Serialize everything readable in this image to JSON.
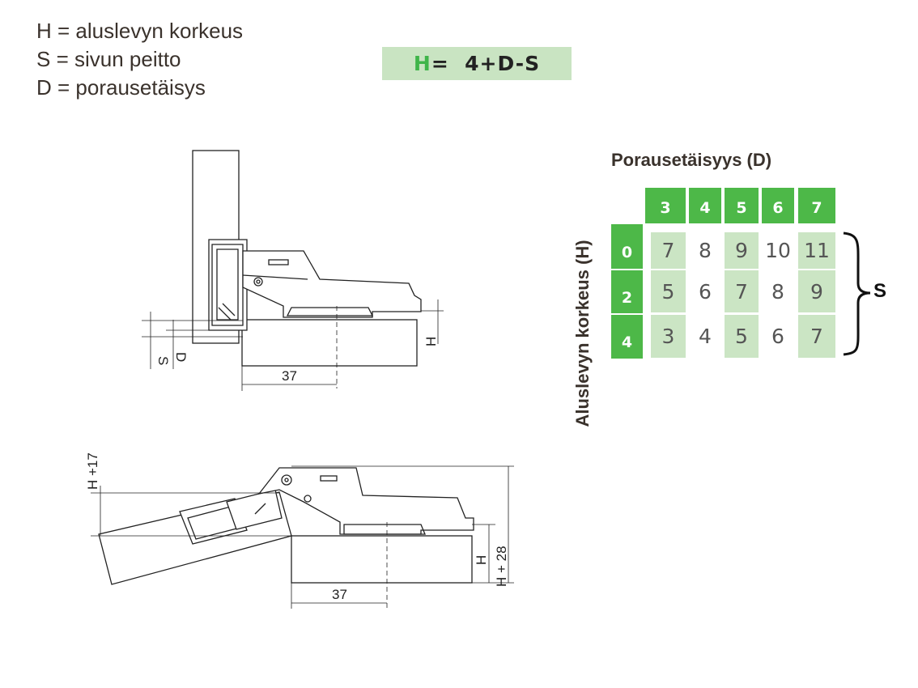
{
  "legend": [
    "H = aluslevyn korkeus",
    "S = sivun peitto",
    "D = porausetäisys"
  ],
  "formula": {
    "h": "H",
    "rest": "=  4+D-S"
  },
  "table": {
    "title": "Porausetäisyys (D)",
    "row_axis_label": "Aluslevyn korkeus (H)",
    "bracket_label": "S",
    "columns": [
      "3",
      "4",
      "5",
      "6",
      "7"
    ],
    "rows": [
      {
        "h": "0",
        "values": [
          "7",
          "8",
          "9",
          "10",
          "11"
        ]
      },
      {
        "h": "2",
        "values": [
          "5",
          "6",
          "7",
          "8",
          "9"
        ]
      },
      {
        "h": "4",
        "values": [
          "3",
          "4",
          "5",
          "6",
          "7"
        ]
      }
    ]
  },
  "diagram_top": {
    "dim": "37",
    "s_label": "S",
    "d_label": "D",
    "h_label": "H"
  },
  "diagram_bottom": {
    "dim": "37",
    "h17_label": "H +17",
    "h_label": "H",
    "h28_label": "H + 28"
  },
  "colors": {
    "green": "#4db848",
    "light_green": "#cbe5c4"
  }
}
